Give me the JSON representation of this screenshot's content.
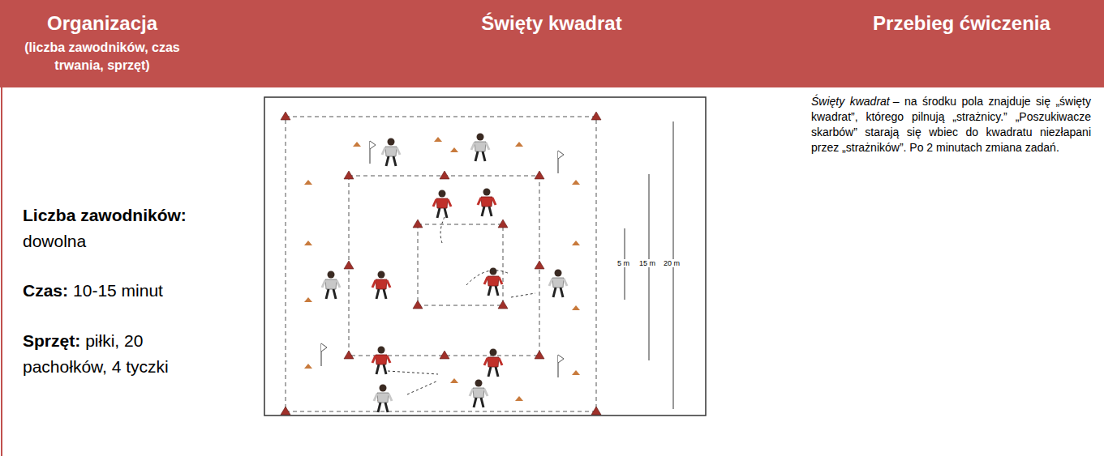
{
  "diagram": {
    "nodes": [
      {
        "text": [
          "Organizacja",
          "(liczba zawodników, czas trwania, sprzęt)"
        ]
      },
      {
        "text": [
          "Święty kwadrat"
        ]
      },
      {
        "text": [
          "Przebieg ćwiczenia"
        ]
      }
    ],
    "labels": [
      "Liczba zawodników:",
      "dowolna",
      "Czas:",
      "10-15 minut",
      "Sprzęt:",
      "piłki, 20 pachołków, 4 tyczki",
      "5 m",
      "15 m",
      "20 m",
      "Święty kwadrat",
      "– na środku pola znajduje się „święty kwadrat”, którego pilnują „strażnicy.” „Poszukiwacze skarbów” starają się wbiec do kwadratu niezłapani przez „strażników”. Po 2 minutach zmiana zadań."
    ]
  }
}
